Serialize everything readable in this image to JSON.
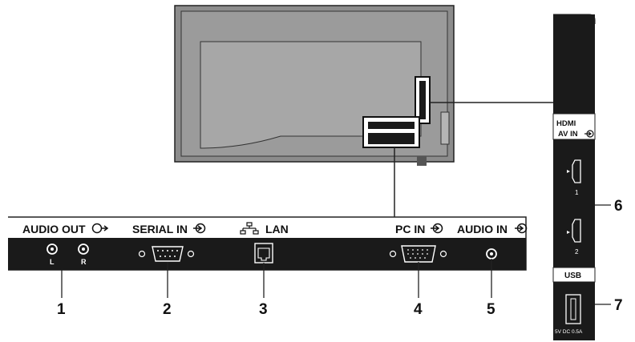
{
  "colors": {
    "panel_dark": "#1a1a1a",
    "tv_body": "#8c8c8c",
    "tv_panel": "#a7a7a7",
    "line": "#222222"
  },
  "bottom_panel": {
    "audio_out_label": "AUDIO OUT",
    "audio_out_l": "L",
    "audio_out_r": "R",
    "serial_in_label": "SERIAL IN",
    "lan_label": "LAN",
    "pc_in_label": "PC IN",
    "audio_in_label": "AUDIO IN"
  },
  "side_panel": {
    "hdmi_label": "HDMI",
    "av_in_label": "AV IN",
    "hdmi_port_1": "1",
    "hdmi_port_2": "2",
    "usb_label": "USB",
    "usb_rating": "5V DC 0.5A"
  },
  "callouts": {
    "n1": "1",
    "n2": "2",
    "n3": "3",
    "n4": "4",
    "n5": "5",
    "n6": "6",
    "n7": "7"
  },
  "icons": [
    "audio-out-icon",
    "input-arrow-icon",
    "lan-network-icon"
  ]
}
